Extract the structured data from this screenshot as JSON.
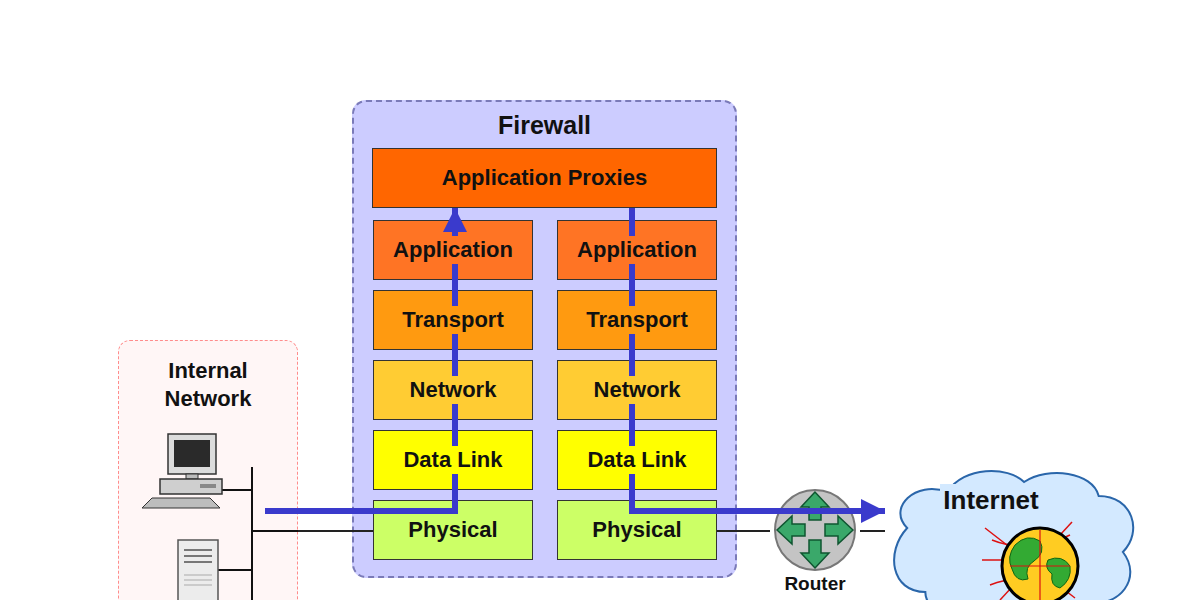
{
  "diagram": {
    "nodes": [
      {
        "text": [
          "Firewall"
        ]
      },
      {
        "text": [
          "Application Proxies"
        ],
        "in": 0
      },
      {
        "text": [
          "Application"
        ],
        "in": 0
      },
      {
        "text": [
          "Transport"
        ],
        "in": 0
      },
      {
        "text": [
          "Network"
        ],
        "in": 0
      },
      {
        "text": [
          "Data Link"
        ],
        "in": 0
      },
      {
        "text": [
          "Physical"
        ],
        "in": 0
      },
      {
        "text": [
          "Application"
        ],
        "in": 0
      },
      {
        "text": [
          "Transport"
        ],
        "in": 0
      },
      {
        "text": [
          "Network"
        ],
        "in": 0
      },
      {
        "text": [
          "Data Link"
        ],
        "in": 0
      },
      {
        "text": [
          "Physical"
        ],
        "in": 0
      },
      {
        "text": [
          "Internal Network"
        ]
      },
      {
        "text": [
          "Router"
        ]
      },
      {
        "text": [
          "Internet"
        ]
      }
    ],
    "edges": [
      {
        "from": 12,
        "to": 1,
        "arrow": "to"
      },
      {
        "from": 1,
        "to": 14,
        "arrow": "to"
      },
      {
        "from": 12,
        "to": 6,
        "arrow": "none"
      },
      {
        "from": 11,
        "to": 13,
        "arrow": "none"
      },
      {
        "from": 13,
        "to": 14,
        "arrow": "none"
      }
    ]
  }
}
